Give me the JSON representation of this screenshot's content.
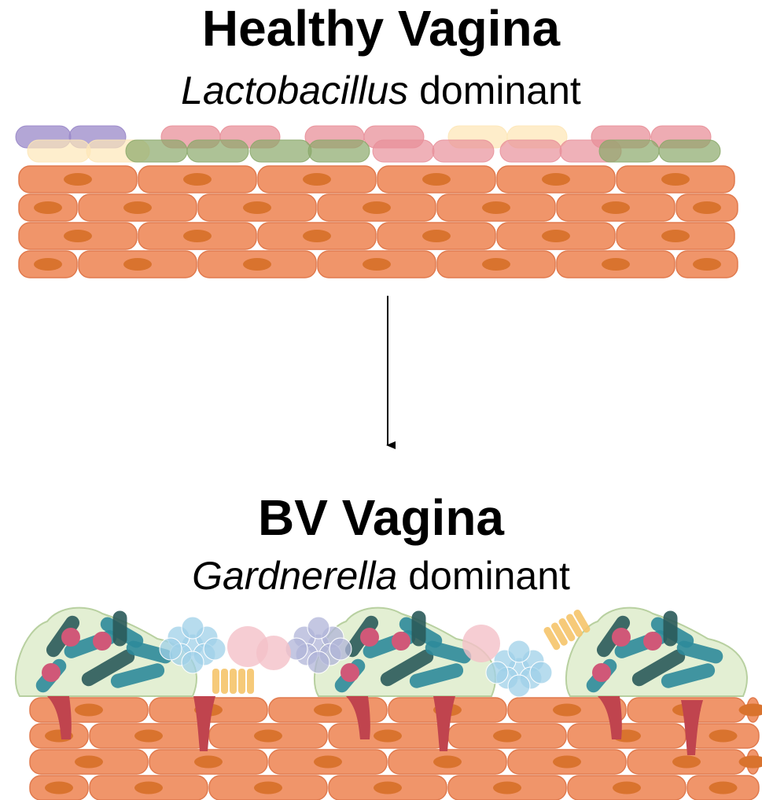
{
  "healthy": {
    "title": "Healthy Vagina",
    "genus": "Lactobacillus",
    "suffix": " dominant"
  },
  "bv": {
    "title": "BV Vagina",
    "genus": "Gardnerella",
    "suffix": " dominant"
  },
  "colors": {
    "cell": "#f0956a",
    "cell_stroke": "#e07a4e",
    "nucleus": "#d9732e",
    "lacto_red": "#e8909a",
    "lacto_green": "#8aa86a",
    "lacto_purple": "#9a88c8",
    "lacto_yellow": "#fde7b8",
    "biofilm": "#dcebc8",
    "rod_teal": "#2e8a9a",
    "rod_dark": "#2a5a5a",
    "cocci_pink": "#d05878",
    "anchor_red": "#c0444e"
  },
  "arrow_icon": "down-arrow-icon"
}
